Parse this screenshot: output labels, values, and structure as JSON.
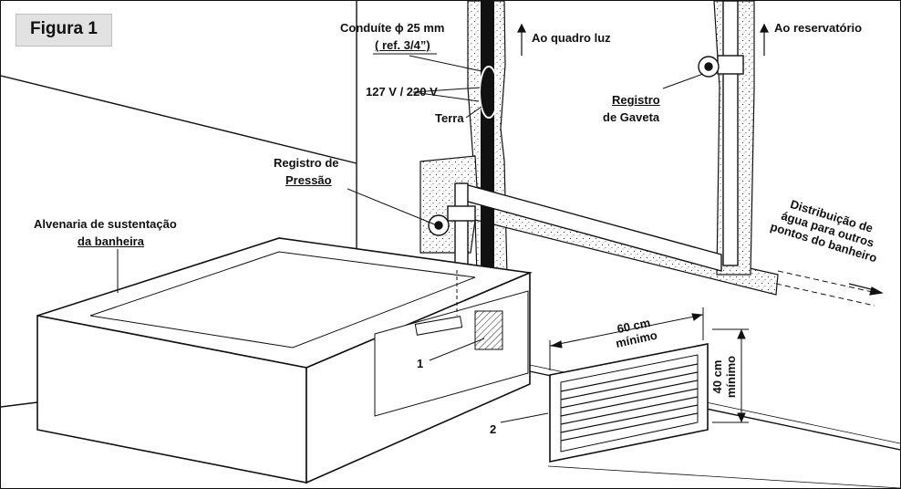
{
  "figure": {
    "title": "Figura 1"
  },
  "labels": {
    "conduit_line1": "Conduíte ϕ 25 mm",
    "conduit_line2": "( ref. 3/4”)",
    "to_panel": "Ao quadro luz",
    "to_reservoir": "Ao reservatório",
    "voltage": "127 V / 220 V",
    "ground": "Terra",
    "gate_valve_line1": "Registro",
    "gate_valve_line2": "de Gaveta",
    "pressure_valve_line1": "Registro de",
    "pressure_valve_line2": "Pressão",
    "masonry_line1": "Alvenaria de sustentação",
    "masonry_line2": "da banheira",
    "distribution_line1": "Distribuição de",
    "distribution_line2": "água para outros",
    "distribution_line3": "pontos do banheiro",
    "width_value": "60 cm",
    "width_qualifier": "mínimo",
    "height_value": "40 cm",
    "height_qualifier": "mínimo",
    "callout_1": "1",
    "callout_2": "2"
  },
  "colors": {
    "ink": "#111111",
    "badge_fill": "#e2e2e2",
    "plaster_fill": "#ececec",
    "wall_fill": "#ffffff"
  }
}
